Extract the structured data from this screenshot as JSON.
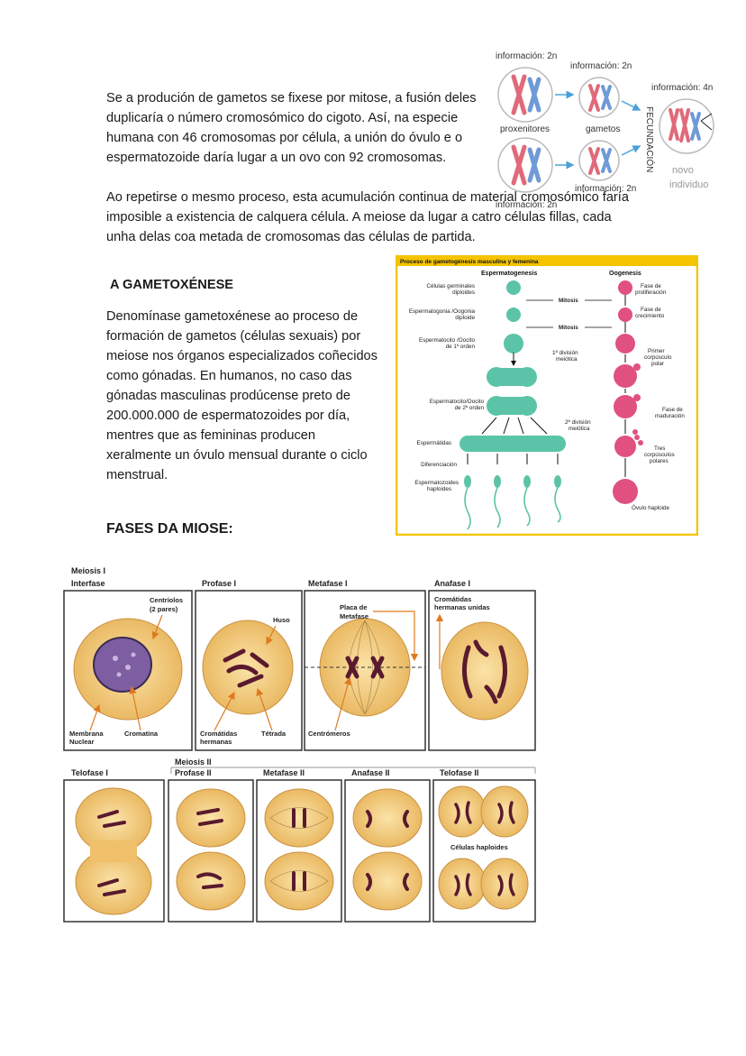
{
  "intro": {
    "p1": "Se a produción de gametos se fixese por mitose, a fusión deles duplicaría o número cromosómico do cigoto. Así, na especie humana con 46 cromosomas por célula, a unión do óvulo e o espermatozoide daría lugar a un ovo con 92 cromosomas.",
    "p2": "Ao repetirse o mesmo proceso, esta acumulación continua de material cromosómico faría imposible a existencia de calquera célula. A meiose da lugar a catro células fillas, cada unha delas coa metada de cromosomas das células de partida."
  },
  "fertilization_diagram": {
    "info_2n_1": "información: 2n",
    "info_2n_2": "información: 2n",
    "info_2n_3": "información: 2n",
    "info_2n_4": "información: 2n",
    "info_4n": "información: 4n",
    "proxenitores": "proxenitores",
    "gametos": "gametos",
    "fecundacion": "FECUNDACIÓN",
    "novo": "novo",
    "individuo": "individuo"
  },
  "gametoxenese": {
    "heading": "A GAMETOXÉNESE",
    "paragraph": "Denomínase gametoxénese ao proceso de formación de gametos (células sexuais) por meiose nos órganos especializados coñecidos como gónadas. En humanos, no caso das gónadas masculinas prodúcense preto de 200.000.000 de espermatozoides por día, mentres que as femininas producen xeralmente un óvulo mensual durante o ciclo menstrual."
  },
  "gametogenesis_chart": {
    "title": "Proceso de gametogénesis masculina y femenina",
    "col_male": "Espermatogenesis",
    "col_female": "Oogenesis",
    "left": {
      "l1a": "Células germinales",
      "l1b": "diploides",
      "l2a": "Espermatogonia /Oogonia",
      "l2b": "diploide",
      "l3a": "Espermatocito /Oocito",
      "l3b": "de 1º orden",
      "l4a": "Espermatocito/Oocito",
      "l4b": "de 2º orden",
      "l5": "Espermátidas",
      "l6": "Diferenciación",
      "l7a": "Espermatozoides",
      "l7b": "haploides"
    },
    "middle": {
      "mitosis1": "Mitosis",
      "mitosis2": "Mitosis",
      "div1a": "1ª división",
      "div1b": "meiótica",
      "div2a": "2ª división",
      "div2b": "meiótica"
    },
    "right": {
      "r1a": "Fase de",
      "r1b": "proliferación",
      "r2a": "Fase de",
      "r2b": "crecimiento",
      "r3a": "Primer",
      "r3b": "corpúsculo",
      "r3c": "polar",
      "r4a": "Fase de",
      "r4b": "maduración",
      "r5a": "Tres",
      "r5b": "corpúsculos",
      "r5c": "polares",
      "r6": "Óvulo haploide"
    },
    "colors": {
      "border": "#f5c400",
      "male": "#5bc4a8",
      "female": "#e0517f"
    }
  },
  "phases_heading": "FASES DA MIOSE:",
  "meiosis": {
    "meiosis1": "Meiosis I",
    "meiosis2": "Meiosis II",
    "interfase": "Interfase",
    "profase1": "Profase I",
    "metafase1": "Metafase I",
    "anafase1": "Anafase I",
    "telofase1": "Telofase I",
    "profase2": "Profase II",
    "metafase2": "Metafase II",
    "anafase2": "Anafase II",
    "telofase2": "Telofase II",
    "centriolos_a": "Centríolos",
    "centriolos_b": "(2 pares)",
    "membrana_a": "Membrana",
    "membrana_b": "Nuclear",
    "cromatina": "Cromatina",
    "huso": "Huso",
    "cromatidas_a": "Cromátidas",
    "cromatidas_b": "hermanas",
    "tetrada": "Tétrada",
    "placa_a": "Placa de",
    "placa_b": "Metafase",
    "centromeros": "Centrómeros",
    "unidas_a": "Cromátidas",
    "unidas_b": "hermanas unidas",
    "haploides": "Células haploides",
    "colors": {
      "cell": "#f3c978",
      "chrom": "#5a1a2e",
      "arrow": "#e07a20"
    }
  }
}
